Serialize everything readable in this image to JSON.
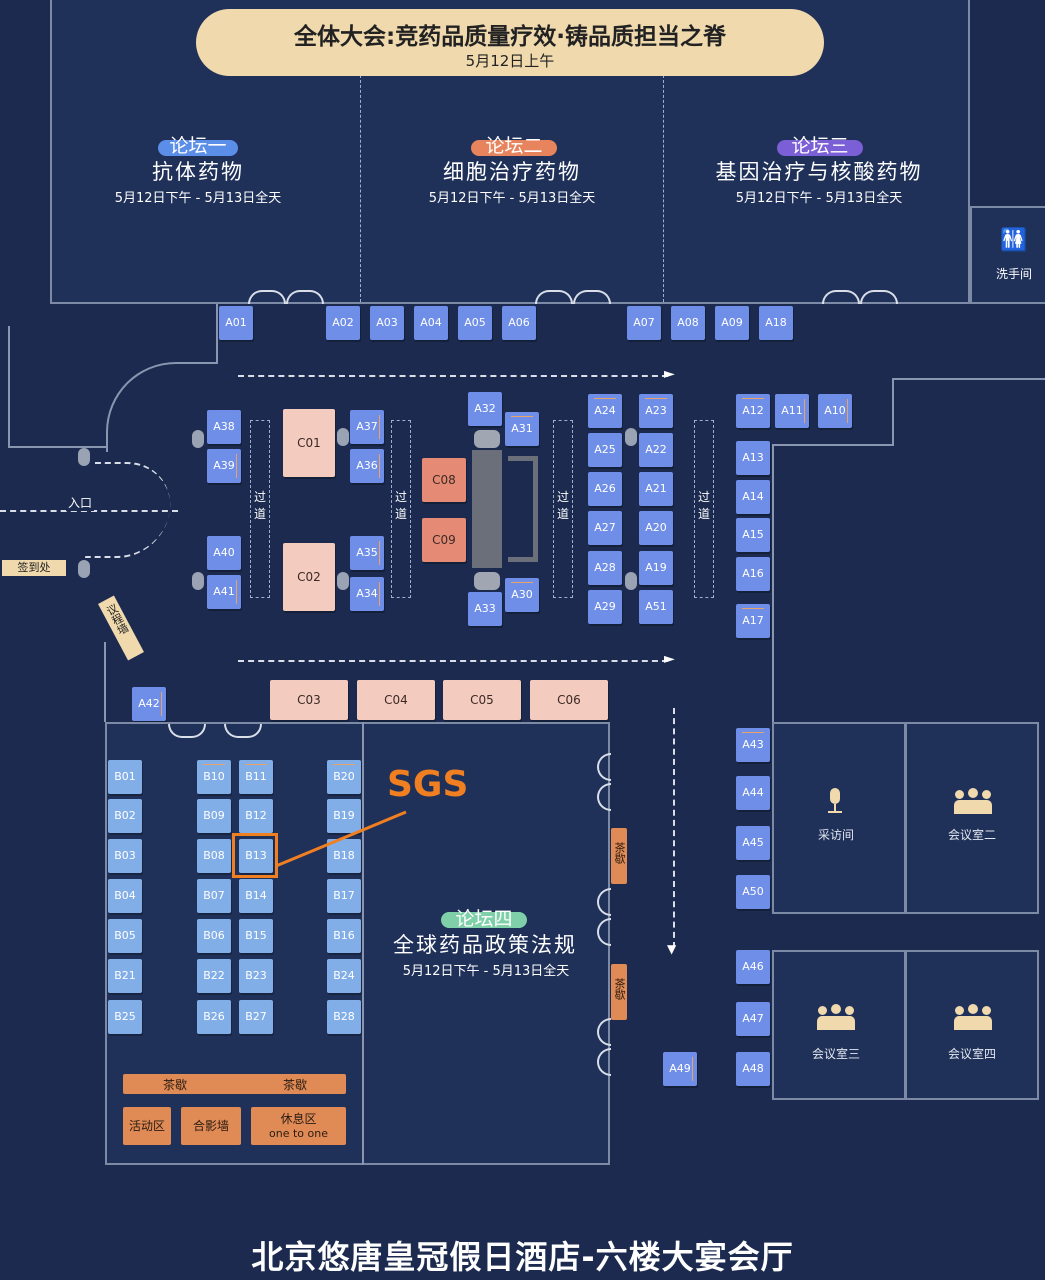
{
  "header": {
    "title": "全体大会:竞药品质量疗效·铸品质担当之脊",
    "date": "5月12日上午"
  },
  "forums": [
    {
      "tag": "论坛一",
      "name": "抗体药物",
      "date": "5月12日下午 - 5月13日全天",
      "tag_color": "#5b8ee8"
    },
    {
      "tag": "论坛二",
      "name": "细胞治疗药物",
      "date": "5月12日下午 - 5月13日全天",
      "tag_color": "#e8845d"
    },
    {
      "tag": "论坛三",
      "name": "基因治疗与核酸药物",
      "date": "5月12日下午 - 5月13日全天",
      "tag_color": "#7a5fd6"
    },
    {
      "tag": "论坛四",
      "name": "全球药品政策法规",
      "date": "5月12日下午 - 5月13日全天",
      "tag_color": "#7fcfa8"
    }
  ],
  "facilities": {
    "restroom": "洗手间",
    "entrance": "入口",
    "signin": "签到处",
    "agenda_wall": "议程墙",
    "interview": "采访间",
    "meeting2": "会议室二",
    "meeting3": "会议室三",
    "meeting4": "会议室四",
    "tea_break": "茶歇",
    "activity": "活动区",
    "photo_wall": "合影墙",
    "lounge": "休息区",
    "lounge_sub": "one to one",
    "aisle": "过道"
  },
  "booths": {
    "top_row": [
      "A01",
      "A02",
      "A03",
      "A04",
      "A05",
      "A06",
      "A07",
      "A08",
      "A09",
      "A18"
    ],
    "right_top": [
      "A12",
      "A11",
      "A10"
    ],
    "right_col": [
      "A13",
      "A14",
      "A15",
      "A16",
      "A17"
    ],
    "left_group": [
      "A38",
      "A39",
      "A40",
      "A41"
    ],
    "mid_group1": [
      "A37",
      "A36",
      "A35",
      "A34"
    ],
    "c_booths": [
      "C01",
      "C02",
      "C08",
      "C09",
      "C03",
      "C04",
      "C05",
      "C06"
    ],
    "center_group": [
      "A32",
      "A31",
      "A33",
      "A30"
    ],
    "grid_left": [
      "A24",
      "A25",
      "A26",
      "A27",
      "A28",
      "A29"
    ],
    "grid_right": [
      "A23",
      "A22",
      "A21",
      "A20",
      "A19",
      "A51"
    ],
    "entrance_side": [
      "A42"
    ],
    "right_lower": [
      "A43",
      "A44",
      "A45",
      "A50",
      "A46",
      "A47",
      "A48",
      "A49"
    ],
    "b_col1": [
      "B01",
      "B02",
      "B03",
      "B04",
      "B05",
      "B21",
      "B25"
    ],
    "b_col2": [
      "B10",
      "B09",
      "B08",
      "B07",
      "B06",
      "B22",
      "B26"
    ],
    "b_col3": [
      "B11",
      "B12",
      "B13",
      "B14",
      "B15",
      "B23",
      "B27"
    ],
    "b_col4": [
      "B20",
      "B19",
      "B18",
      "B17",
      "B16",
      "B24",
      "B28"
    ]
  },
  "highlight": {
    "label": "SGS",
    "booth": "B13",
    "color": "#f07f22"
  },
  "footer": {
    "venue": "北京悠唐皇冠假日酒店-六楼大宴会厅"
  }
}
